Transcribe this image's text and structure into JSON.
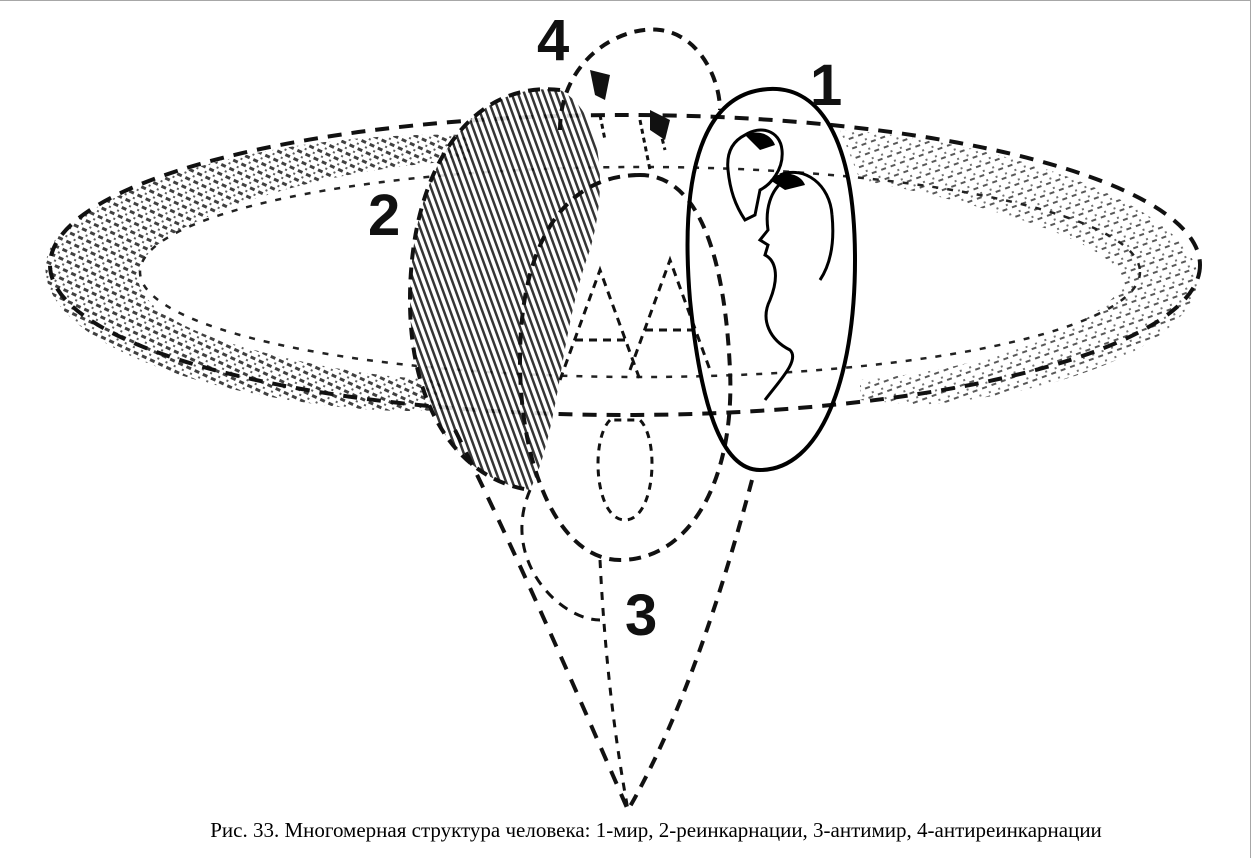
{
  "figure": {
    "labels": {
      "label_1": "1",
      "label_2": "2",
      "label_3": "3",
      "label_4": "4"
    },
    "caption": "Рис. 33. Многомерная структура человека: 1-мир, 2-реинкарнации, 3-антимир, 4-антиреинкарнации"
  }
}
